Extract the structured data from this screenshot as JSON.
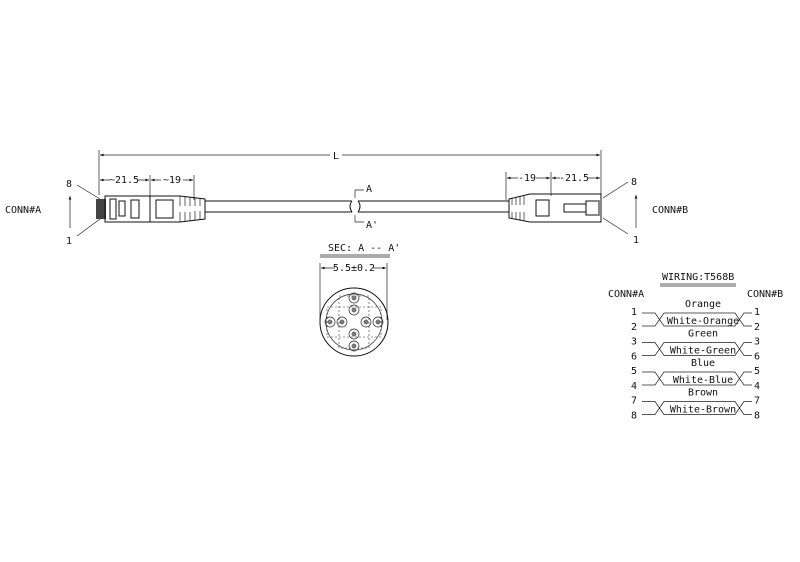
{
  "overall_length_label": "L",
  "conn_a": {
    "label": "CONN#A",
    "pin_top": "8",
    "pin_bottom": "1",
    "dim_plug": "~21.5",
    "dim_boot": "~19"
  },
  "conn_b": {
    "label": "CONN#B",
    "pin_top": "8",
    "pin_bottom": "1",
    "dim_plug": "-21.5",
    "dim_boot": "-19"
  },
  "section_marks": {
    "a": "A",
    "a_prime": "A'"
  },
  "section": {
    "title": "SEC: A -- A'",
    "diameter": "5.5±0.2"
  },
  "wiring": {
    "title": "WIRING:T568B",
    "left_label": "CONN#A",
    "right_label": "CONN#B",
    "pairs": [
      {
        "color": "Orange",
        "stripe": "White-Orange",
        "pins": [
          "1",
          "2"
        ]
      },
      {
        "color": "Green",
        "stripe": "White-Green",
        "pins": [
          "3",
          "6"
        ]
      },
      {
        "color": "Blue",
        "stripe": "White-Blue",
        "pins": [
          "5",
          "4"
        ]
      },
      {
        "color": "Brown",
        "stripe": "White-Brown",
        "pins": [
          "7",
          "8"
        ]
      }
    ]
  }
}
